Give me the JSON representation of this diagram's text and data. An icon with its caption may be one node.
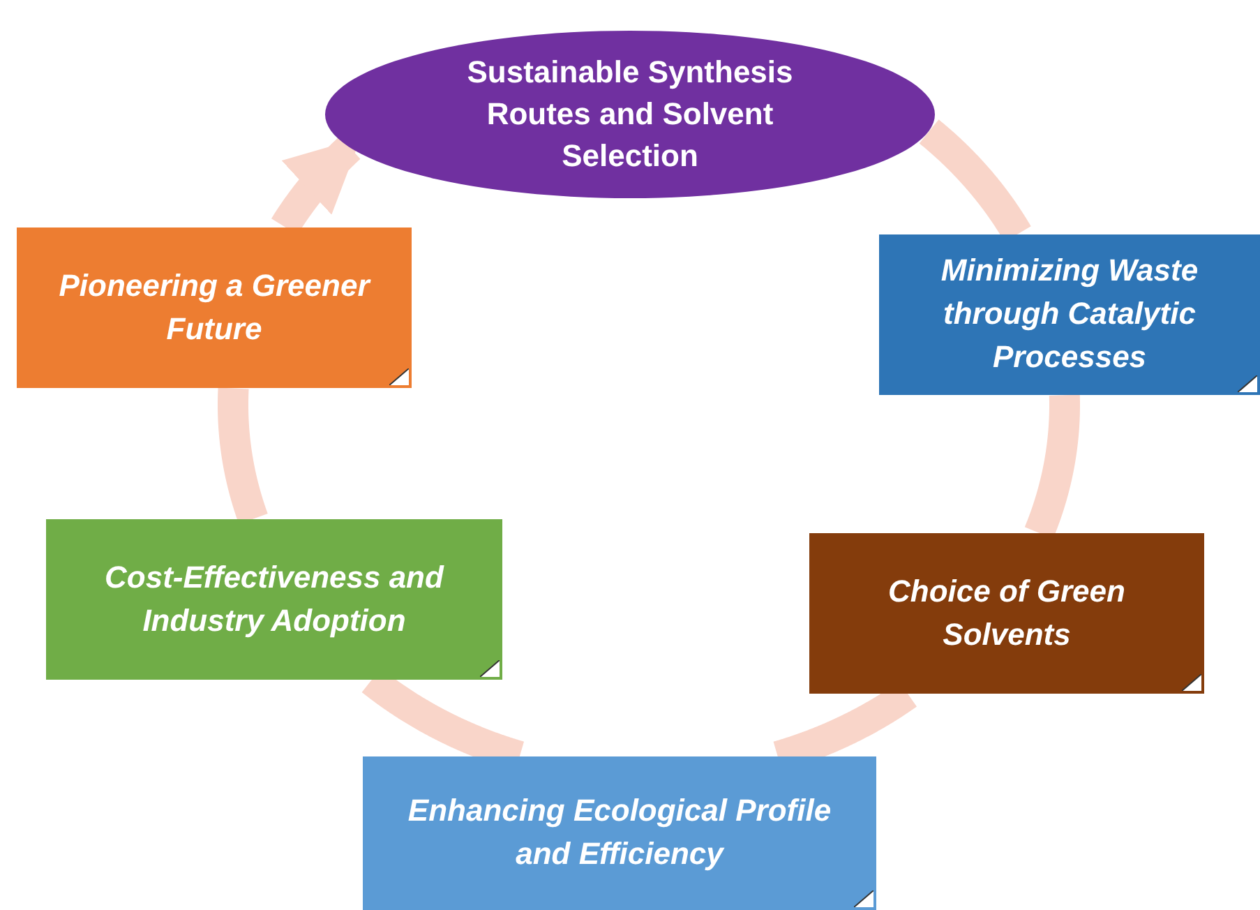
{
  "diagram": {
    "nodes": [
      {
        "text": [
          "Sustainable Synthesis Routes and Solvent Selection"
        ]
      },
      {
        "text": [
          "Pioneering a Greener Future"
        ]
      },
      {
        "text": [
          "Minimizing Waste through Catalytic Processes"
        ]
      },
      {
        "text": [
          "Cost-Effectiveness and Industry Adoption"
        ]
      },
      {
        "text": [
          "Choice of Green Solvents"
        ]
      },
      {
        "text": [
          "Enhancing Ecological Profile and Efficiency"
        ]
      }
    ],
    "edges": [
      {
        "from": 0,
        "to": 2,
        "arrow": "none"
      },
      {
        "from": 2,
        "to": 4,
        "arrow": "none"
      },
      {
        "from": 4,
        "to": 5,
        "arrow": "none"
      },
      {
        "from": 5,
        "to": 3,
        "arrow": "none"
      },
      {
        "from": 3,
        "to": 1,
        "arrow": "none"
      },
      {
        "from": 1,
        "to": 0,
        "arrow": "to"
      }
    ]
  }
}
